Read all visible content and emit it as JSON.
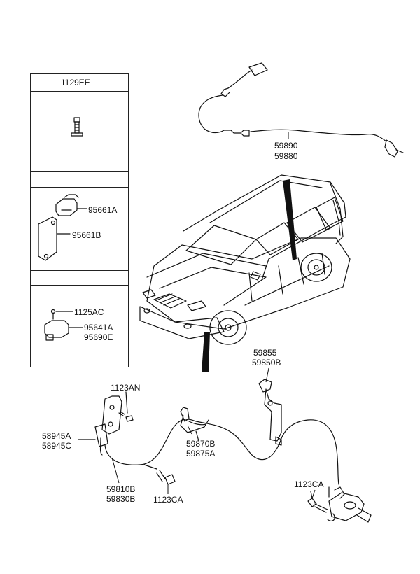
{
  "parts_box": {
    "header": "1129EE",
    "section2_labels": [
      "95661A",
      "95661B"
    ],
    "section3_labels": [
      "1125AC",
      "95641A",
      "95690E"
    ]
  },
  "callouts": {
    "front_cable": [
      "59890",
      "59880"
    ],
    "sensor_bracket": [
      "59855",
      "59850B"
    ],
    "bolt_top": "1123AN",
    "bracket_left": [
      "58945A",
      "58945C"
    ],
    "clip_middle": [
      "59870B",
      "59875A"
    ],
    "cable_rear": [
      "59810B",
      "59830B"
    ],
    "bolt_mid": "1123CA",
    "bolt_right": "1123CA"
  }
}
